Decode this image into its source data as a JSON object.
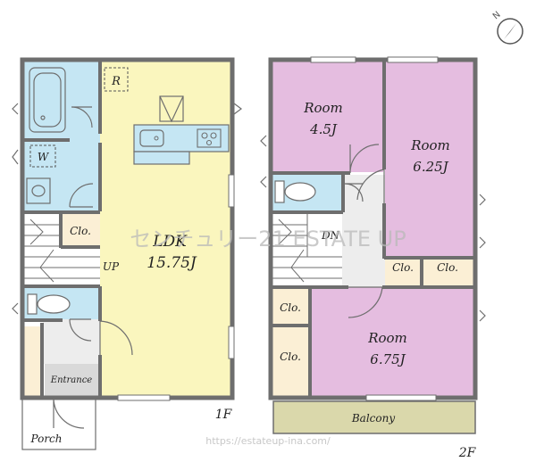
{
  "floor1": {
    "ldk_name": "LDK",
    "ldk_size": "15.75J",
    "closet": "Clo.",
    "washroom_mark": "W",
    "fridge_mark": "R",
    "stairs_label": "UP",
    "entrance": "Entrance",
    "porch": "Porch",
    "floor_label": "1F"
  },
  "floor2": {
    "room1_name": "Room",
    "room1_size": "4.5J",
    "room2_name": "Room",
    "room2_size": "6.25J",
    "room3_name": "Room",
    "room3_size": "6.75J",
    "closet_a": "Clo.",
    "closet_b": "Clo.",
    "closet_c": "Clo.",
    "closet_d": "Clo.",
    "stairs_label": "DN",
    "balcony": "Balcony",
    "floor_label": "2F"
  },
  "watermark": "センチュリー21 ESTATE UP",
  "url": "https://estateup-ina.com/",
  "colors": {
    "ldk": "#faf6be",
    "room": "#e5bde0",
    "water": "#c5e6f3",
    "closet": "#fbefd5",
    "balcony": "#dad8ab",
    "floor": "#ededed",
    "wall": "#6e6e6e"
  }
}
